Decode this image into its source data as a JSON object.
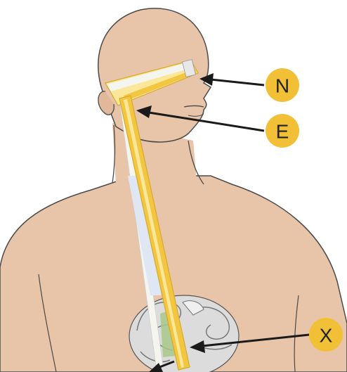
{
  "diagram": {
    "labels": {
      "n": "N",
      "e": "E",
      "x": "X"
    },
    "colors": {
      "skin": "#e8c4a8",
      "outline": "#4a4a4a",
      "tape_yellow": "#f2c641",
      "tape_light": "#fbe79a",
      "tape_white": "#f5f5f0",
      "label_circle": "#f2c036",
      "arrow": "#1a1a1a",
      "organ_gray": "#b8b8b8",
      "organ_light": "#dcdcdc",
      "stomach_green": "#a8c88a"
    },
    "icons": {
      "measuring_tape": "measuring-tape",
      "human_figure": "human-silhouette"
    }
  }
}
